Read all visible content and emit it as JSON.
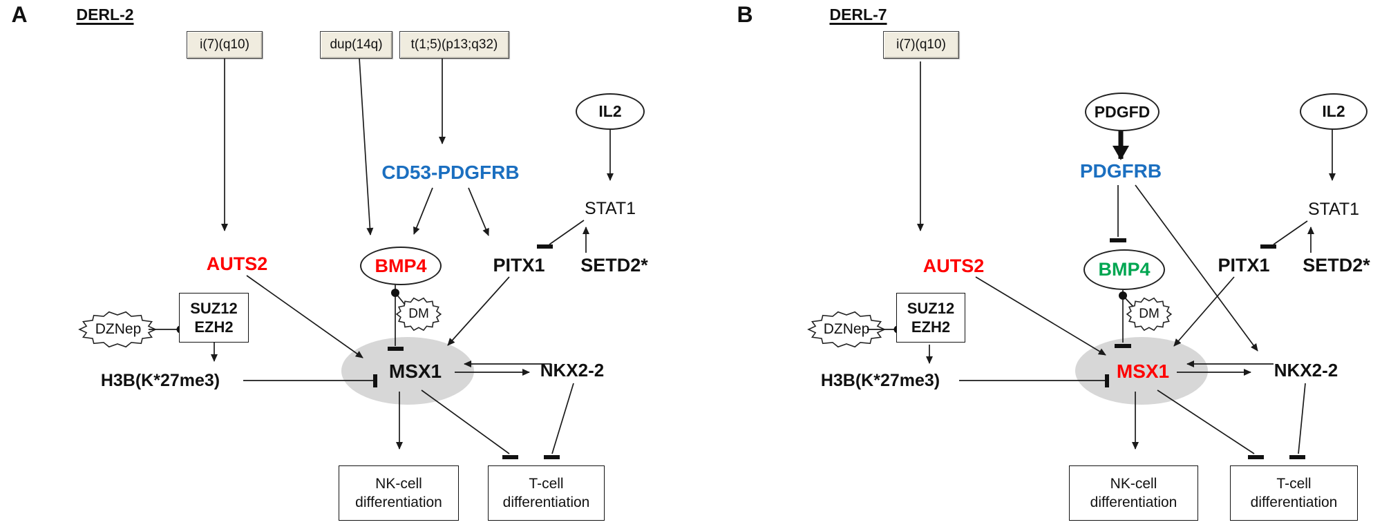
{
  "figure": {
    "type": "signaling-pathway-diagram",
    "colors": {
      "red": "#fe0000",
      "green": "#00a651",
      "blue": "#1b6fc0",
      "gray_ellipse": "#d7d7d7",
      "aberration_box_fill": "#f0ecdf"
    }
  },
  "panel_a": {
    "label": "A",
    "title": "DERL-2",
    "box_i7q10": "i(7)(q10)",
    "box_dup14q": "dup(14q)",
    "box_t15": "t(1;5)(p13;q32)",
    "fusion": "CD53-PDGFRB",
    "auts2": "AUTS2",
    "bmp4": "BMP4",
    "pitx1": "PITX1",
    "setd2": "SETD2*",
    "il2": "IL2",
    "stat1": "STAT1",
    "dznep": "DZNep",
    "suz12": "SUZ12",
    "ezh2": "EZH2",
    "h3b": "H3B(K*27me3)",
    "dm": "DM",
    "msx1": "MSX1",
    "nkx22": "NKX2-2",
    "nk_line1": "NK-cell",
    "nk_line2": "differentiation",
    "t_line1": "T-cell",
    "t_line2": "differentiation"
  },
  "panel_b": {
    "label": "B",
    "title": "DERL-7",
    "box_i7q10": "i(7)(q10)",
    "ligand": "PDGFD",
    "receptor": "PDGFRB",
    "auts2": "AUTS2",
    "bmp4": "BMP4",
    "pitx1": "PITX1",
    "setd2": "SETD2*",
    "il2": "IL2",
    "stat1": "STAT1",
    "dznep": "DZNep",
    "suz12": "SUZ12",
    "ezh2": "EZH2",
    "h3b": "H3B(K*27me3)",
    "dm": "DM",
    "msx1": "MSX1",
    "nkx22": "NKX2-2",
    "nk_line1": "NK-cell",
    "nk_line2": "differentiation",
    "t_line1": "T-cell",
    "t_line2": "differentiation"
  }
}
